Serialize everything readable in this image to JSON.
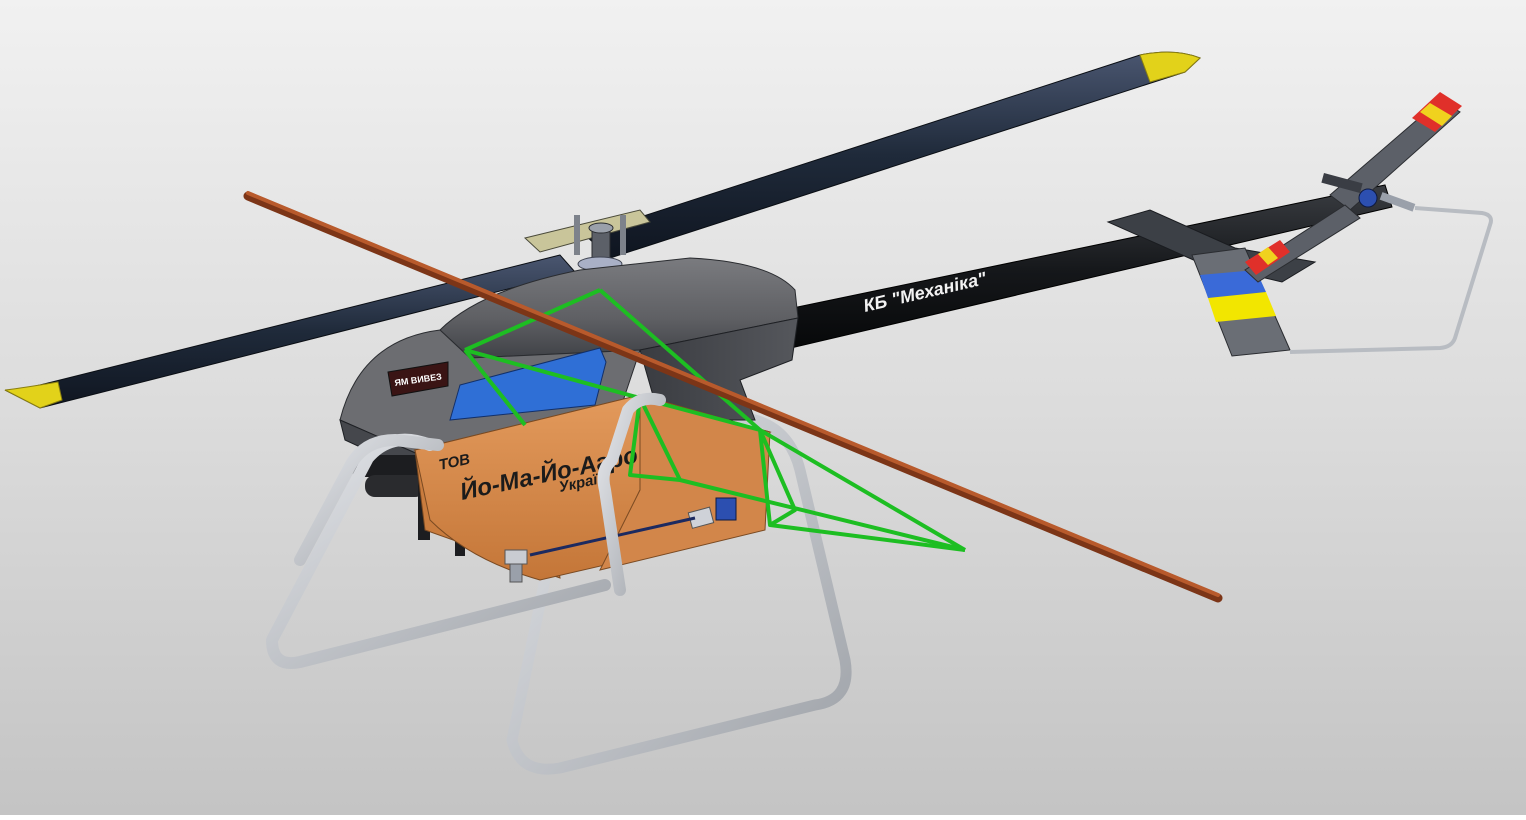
{
  "scene": {
    "boom_label": "КБ \"Механіка\"",
    "tank_label_line1": "ТОВ",
    "tank_label_line2": "Йо-Ма-Йо-Агро",
    "tank_label_line3": "Україн",
    "nose_badge_text": "ЯМ ВИВЕЗ"
  },
  "colors": {
    "background_top": "#f2f2f2",
    "background_bottom": "#c9c9c9",
    "body_gray": "#6e6f72",
    "body_dark": "#3d3f44",
    "window_blue": "#2f6fd6",
    "rotor_blade": "#1f2a3a",
    "rotor_tip": "#e2d21a",
    "boom_black": "#15171a",
    "tank_orange": "#d98a4c",
    "frame_green": "#1dbe22",
    "spray_bar": "#a64a22",
    "skid_silver": "#bfc3c8",
    "fin_blue": "#3a6ad8",
    "fin_yellow": "#f2e600",
    "tail_tip_red": "#e0302a",
    "tail_tip_yellow": "#f0d21e"
  }
}
